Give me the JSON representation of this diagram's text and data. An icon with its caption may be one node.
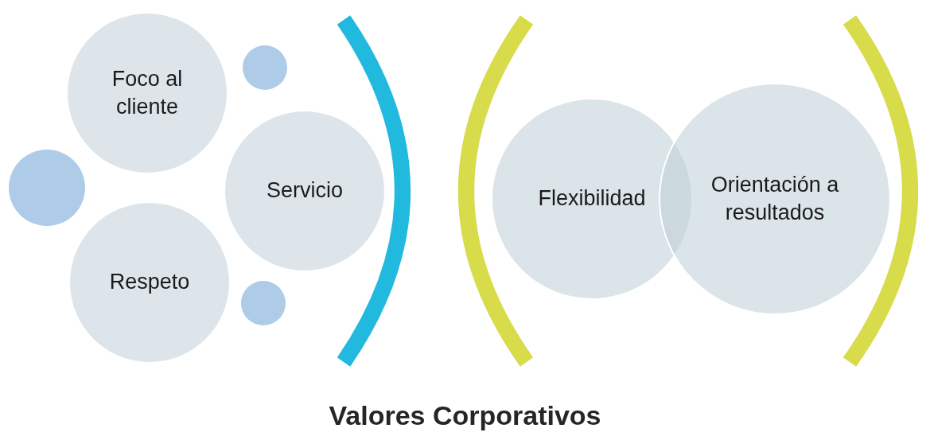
{
  "diagram": {
    "title": "Valores Corporativos",
    "nodes": [
      {
        "text": [
          "Foco al cliente"
        ]
      },
      {
        "text": [],
        "shape": "circle"
      },
      {
        "text": [],
        "shape": "circle"
      },
      {
        "text": [
          "Servicio"
        ]
      },
      {
        "text": [
          "Respeto"
        ]
      },
      {
        "text": [],
        "shape": "circle"
      },
      {
        "text": [
          "Flexibilidad"
        ]
      },
      {
        "text": [
          "Orientación a resultados"
        ]
      }
    ]
  }
}
